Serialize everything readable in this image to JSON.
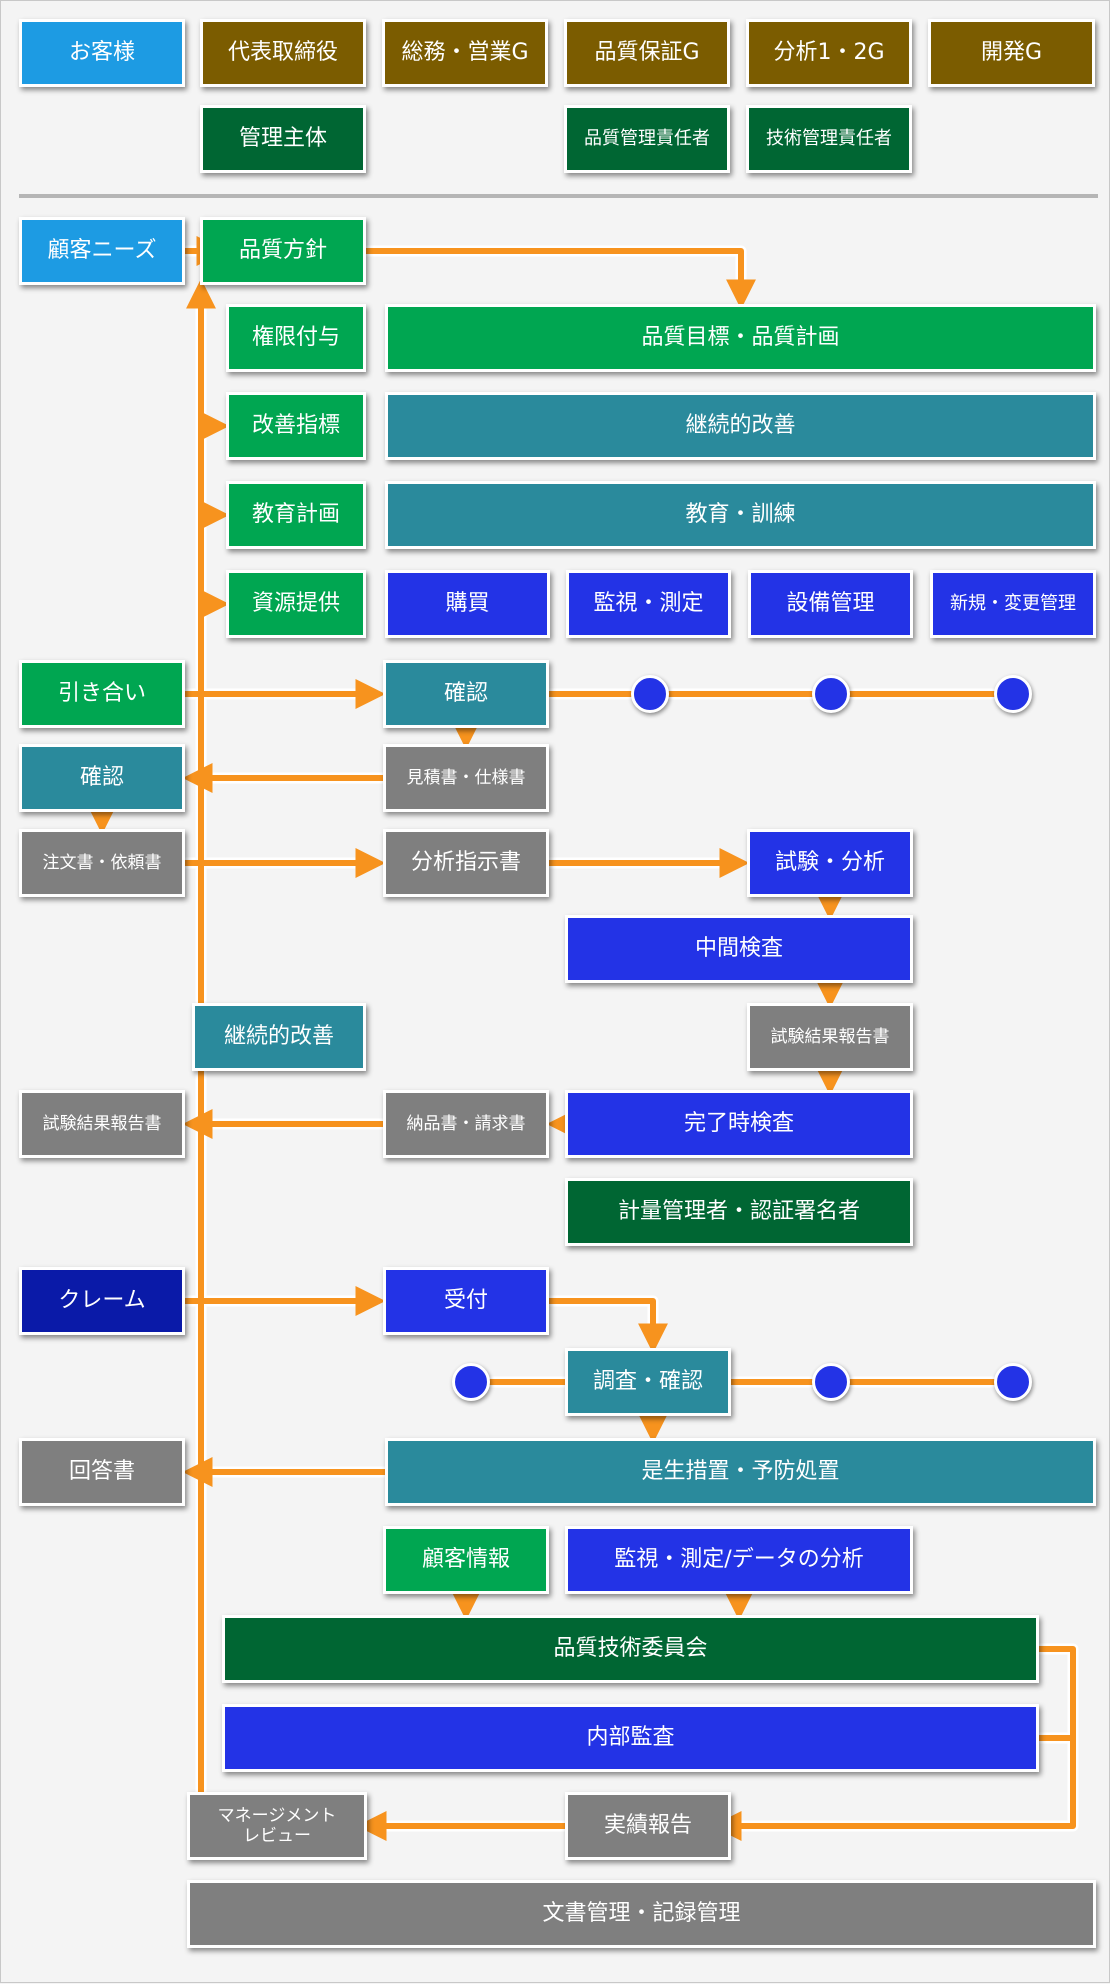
{
  "colors": {
    "connector": "#f7931e",
    "customer": "#1d9be3",
    "role_header": "#7b5c00",
    "management": "#006633",
    "quality_plan": "#00a651",
    "improvement": "#2a8a9c",
    "operations": "#2333e6",
    "document": "#7f7f7f",
    "claim": "#0a1aa8"
  },
  "header": {
    "customer": "お客様",
    "ceo": "代表取締役",
    "general_sales": "総務・営業G",
    "qa": "品質保証G",
    "analysis": "分析1・2G",
    "dev": "開発G",
    "mgmt_entity": "管理主体",
    "qm_manager": "品質管理責任者",
    "tech_manager": "技術管理責任者"
  },
  "policy": {
    "needs": "顧客ニーズ",
    "quality_policy": "品質方針",
    "authority": "権限付与",
    "objectives": "品質目標・品質計画",
    "improve_direction": "改善指標",
    "continuous_improvement": "継続的改善",
    "training_plan": "教育計画",
    "training": "教育・訓練",
    "resources": "資源提供",
    "purchasing": "購買",
    "monitoring": "監視・測定",
    "equipment": "設備管理",
    "change_mgmt": "新規・変更管理"
  },
  "order_flow": {
    "inquiry": "引き合い",
    "confirm_internal": "確認",
    "quote": "見積書・仕様書",
    "confirm_customer": "確認",
    "order_form": "注文書・依頼書",
    "instruction": "分析指示書",
    "test_analysis": "試験・分析",
    "interim_inspection": "中間検査",
    "continuous_improvement": "継続的改善",
    "test_report_internal": "試験結果報告書",
    "invoice": "納品書・請求書",
    "final_inspection": "完了時検査",
    "test_report_customer": "試験結果報告書",
    "signatory": "計量管理者・認証署名者"
  },
  "claim_flow": {
    "claim": "クレーム",
    "reception": "受付",
    "investigation": "調査・確認",
    "response": "回答書",
    "corrective": "是生措置・予防処置"
  },
  "review": {
    "customer_info": "顧客情報",
    "data_analysis": "監視・測定/データの分析",
    "committee": "品質技術委員会",
    "internal_audit": "内部監査",
    "mgmt_review": "マネージメント\nレビュー",
    "performance_report": "実績報告",
    "documents": "文書管理・記録管理"
  }
}
